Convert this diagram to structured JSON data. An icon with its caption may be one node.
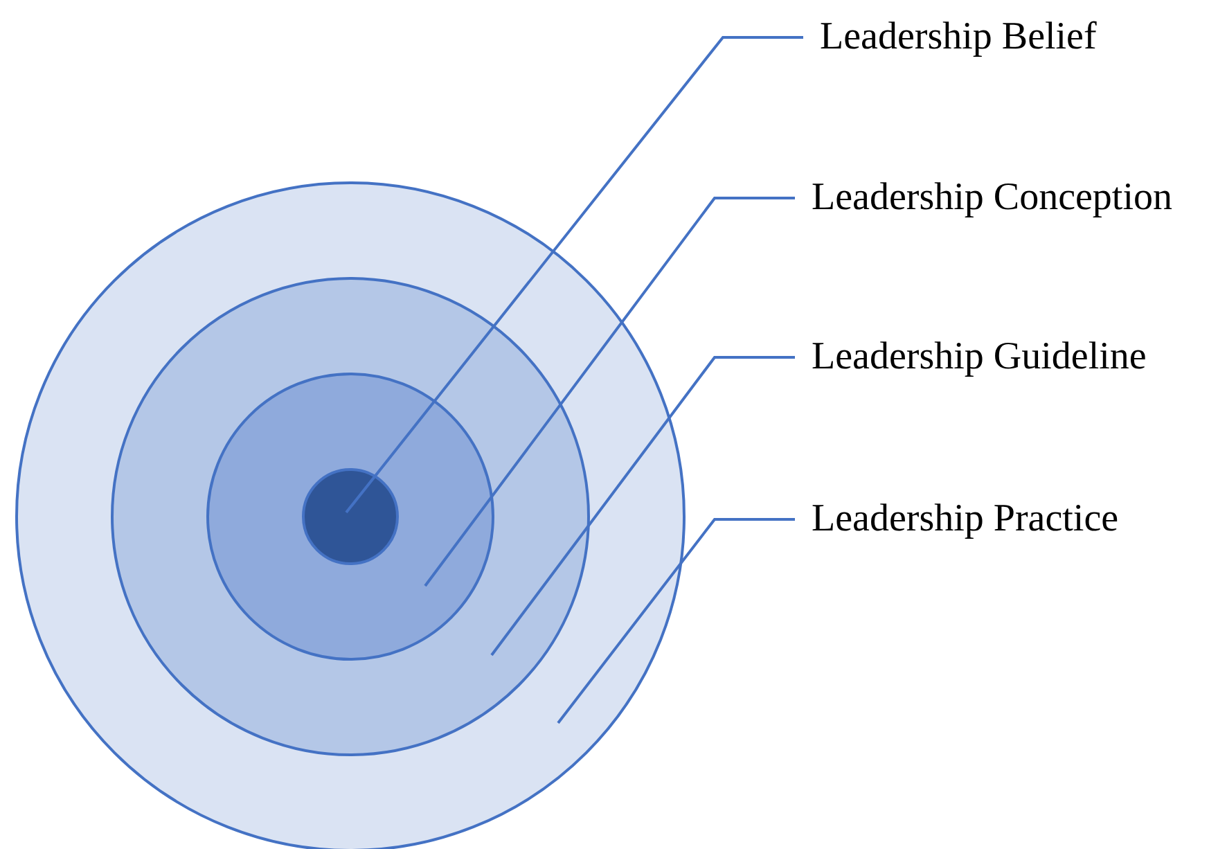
{
  "diagram": {
    "nodes": [
      {
        "text": [],
        "shape": "circle"
      },
      {
        "text": [],
        "shape": "circle",
        "in": 0
      },
      {
        "text": [],
        "shape": "circle",
        "in": 1
      },
      {
        "text": [],
        "shape": "circle",
        "in": 2
      },
      {
        "text": [
          "Leadership Belief"
        ]
      },
      {
        "text": [
          "Leadership Conception"
        ]
      },
      {
        "text": [
          "Leadership Guideline"
        ]
      },
      {
        "text": [
          "Leadership Practice"
        ]
      }
    ],
    "edges": [
      {
        "from": 4,
        "to": 3,
        "arrow": "none"
      },
      {
        "from": 5,
        "to": 2,
        "arrow": "none"
      },
      {
        "from": 6,
        "to": 1,
        "arrow": "none"
      },
      {
        "from": 7,
        "to": 0,
        "arrow": "none"
      }
    ]
  }
}
